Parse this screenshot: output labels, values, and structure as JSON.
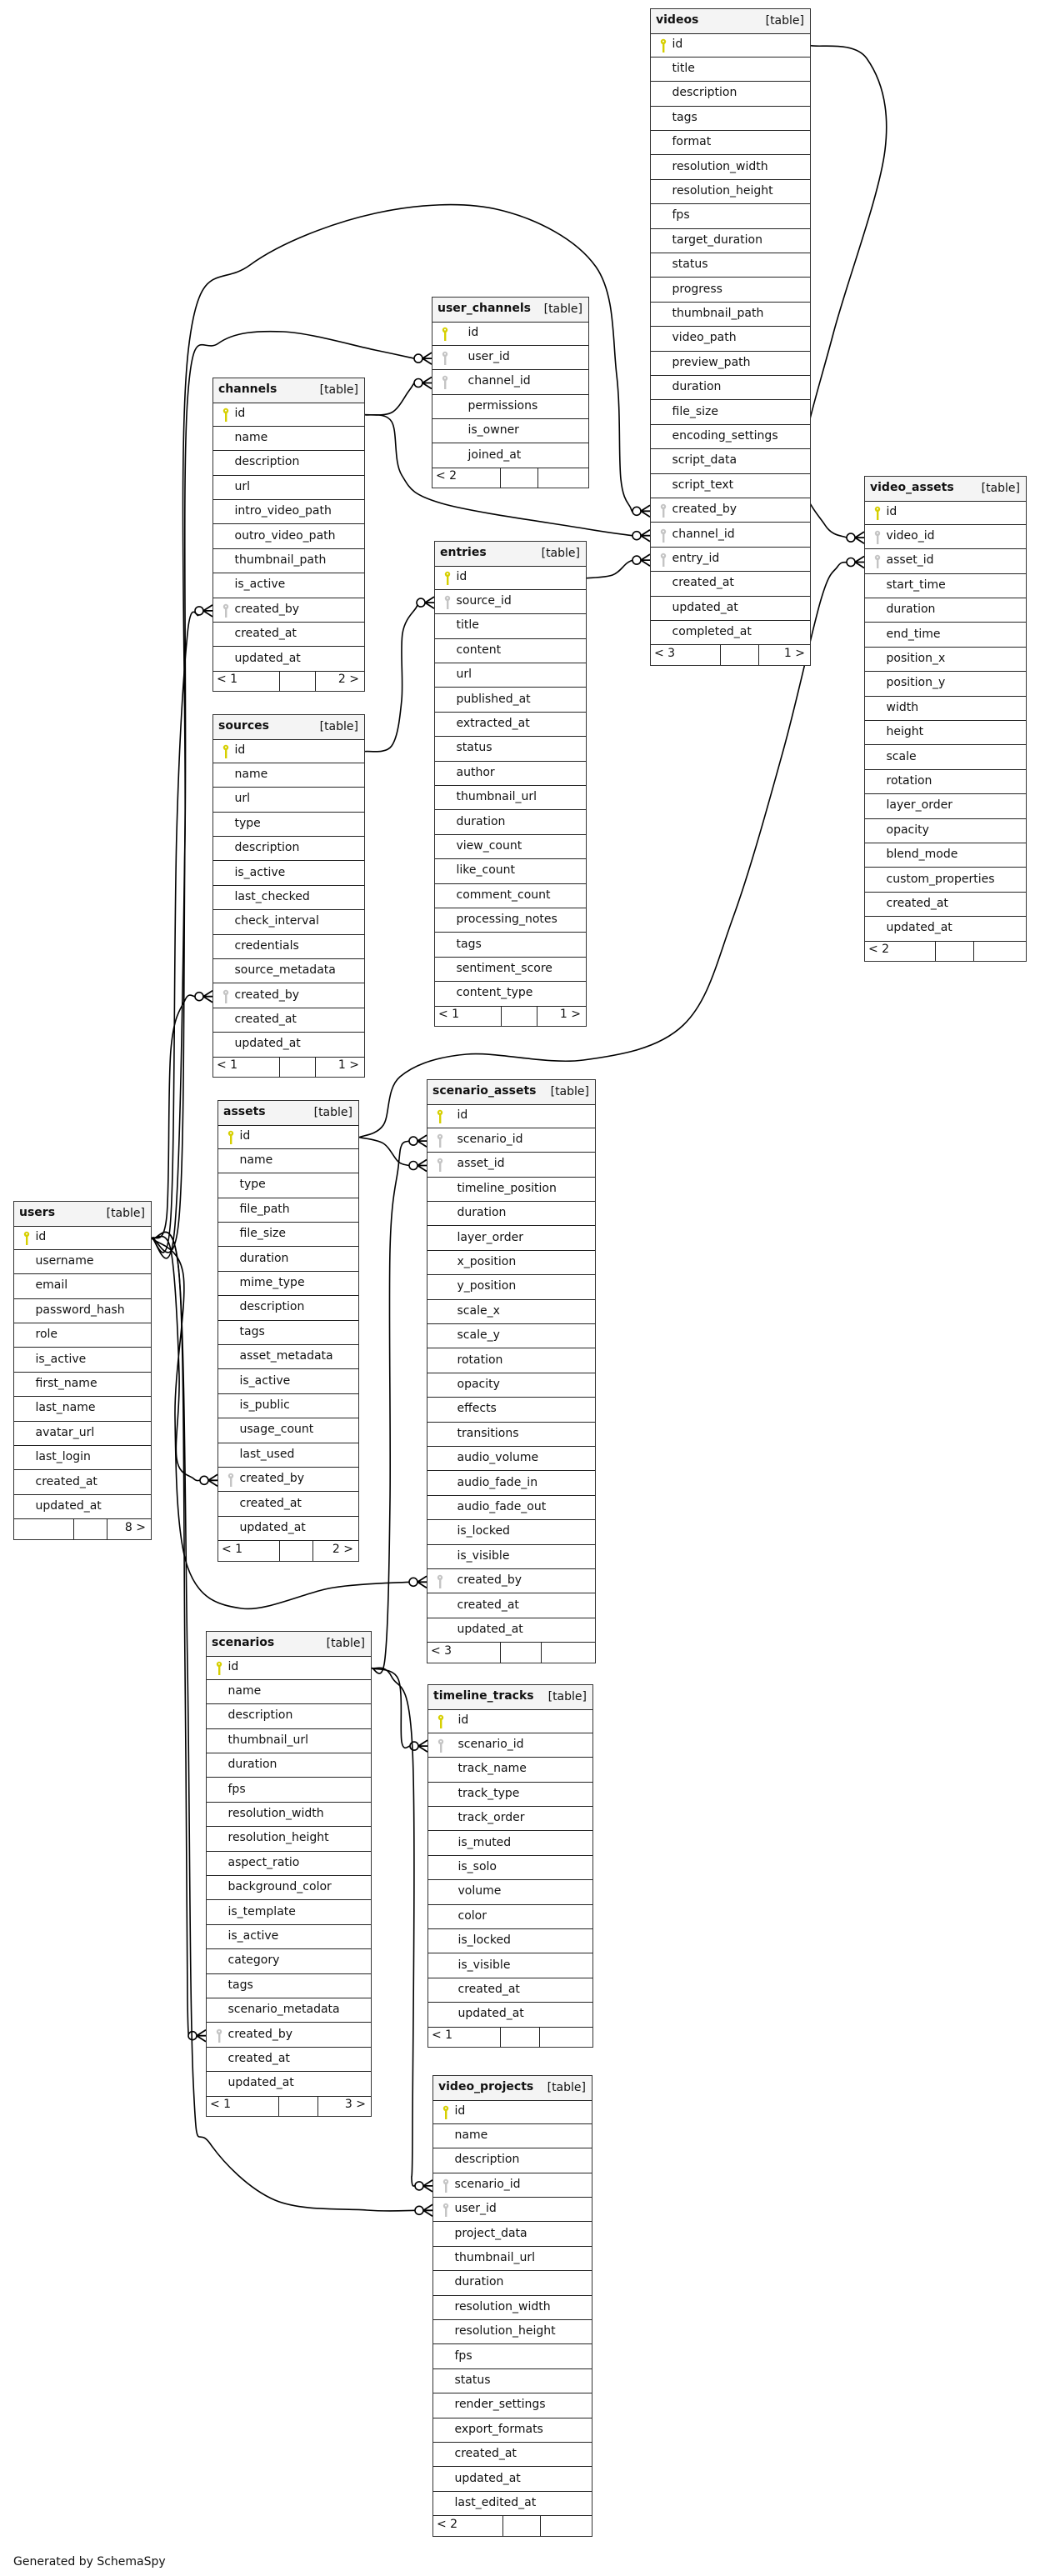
{
  "colors": {
    "pk_key": "#d6cf00",
    "fk_key": "#c4c4c4",
    "header_bg": "#f4f4f4",
    "border": "#333333"
  },
  "footer_credit": "Generated by SchemaSpy",
  "tables": [
    {
      "name": "videos",
      "label": "[table]",
      "columns": [
        {
          "name": "id",
          "key": "pk"
        },
        {
          "name": "title"
        },
        {
          "name": "description"
        },
        {
          "name": "tags"
        },
        {
          "name": "format"
        },
        {
          "name": "resolution_width"
        },
        {
          "name": "resolution_height"
        },
        {
          "name": "fps"
        },
        {
          "name": "target_duration"
        },
        {
          "name": "status"
        },
        {
          "name": "progress"
        },
        {
          "name": "thumbnail_path"
        },
        {
          "name": "video_path"
        },
        {
          "name": "preview_path"
        },
        {
          "name": "duration"
        },
        {
          "name": "file_size"
        },
        {
          "name": "encoding_settings"
        },
        {
          "name": "script_data"
        },
        {
          "name": "script_text"
        },
        {
          "name": "created_by",
          "key": "fk"
        },
        {
          "name": "channel_id",
          "key": "fk"
        },
        {
          "name": "entry_id",
          "key": "fk"
        },
        {
          "name": "created_at"
        },
        {
          "name": "updated_at"
        },
        {
          "name": "completed_at"
        }
      ],
      "footer": {
        "left": "< 3",
        "right": "1 >"
      }
    },
    {
      "name": "user_channels",
      "label": "[table]",
      "columns": [
        {
          "name": "id",
          "key": "pk"
        },
        {
          "name": "user_id",
          "key": "fk"
        },
        {
          "name": "channel_id",
          "key": "fk"
        },
        {
          "name": "permissions"
        },
        {
          "name": "is_owner"
        },
        {
          "name": "joined_at"
        }
      ],
      "footer": {
        "left": "< 2",
        "right": ""
      }
    },
    {
      "name": "channels",
      "label": "[table]",
      "columns": [
        {
          "name": "id",
          "key": "pk"
        },
        {
          "name": "name"
        },
        {
          "name": "description"
        },
        {
          "name": "url"
        },
        {
          "name": "intro_video_path"
        },
        {
          "name": "outro_video_path"
        },
        {
          "name": "thumbnail_path"
        },
        {
          "name": "is_active"
        },
        {
          "name": "created_by",
          "key": "fk"
        },
        {
          "name": "created_at"
        },
        {
          "name": "updated_at"
        }
      ],
      "footer": {
        "left": "< 1",
        "right": "2 >"
      }
    },
    {
      "name": "entries",
      "label": "[table]",
      "columns": [
        {
          "name": "id",
          "key": "pk"
        },
        {
          "name": "source_id",
          "key": "fk"
        },
        {
          "name": "title"
        },
        {
          "name": "content"
        },
        {
          "name": "url"
        },
        {
          "name": "published_at"
        },
        {
          "name": "extracted_at"
        },
        {
          "name": "status"
        },
        {
          "name": "author"
        },
        {
          "name": "thumbnail_url"
        },
        {
          "name": "duration"
        },
        {
          "name": "view_count"
        },
        {
          "name": "like_count"
        },
        {
          "name": "comment_count"
        },
        {
          "name": "processing_notes"
        },
        {
          "name": "tags"
        },
        {
          "name": "sentiment_score"
        },
        {
          "name": "content_type"
        }
      ],
      "footer": {
        "left": "< 1",
        "right": "1 >"
      }
    },
    {
      "name": "sources",
      "label": "[table]",
      "columns": [
        {
          "name": "id",
          "key": "pk"
        },
        {
          "name": "name"
        },
        {
          "name": "url"
        },
        {
          "name": "type"
        },
        {
          "name": "description"
        },
        {
          "name": "is_active"
        },
        {
          "name": "last_checked"
        },
        {
          "name": "check_interval"
        },
        {
          "name": "credentials"
        },
        {
          "name": "source_metadata"
        },
        {
          "name": "created_by",
          "key": "fk"
        },
        {
          "name": "created_at"
        },
        {
          "name": "updated_at"
        }
      ],
      "footer": {
        "left": "< 1",
        "right": "1 >"
      }
    },
    {
      "name": "video_assets",
      "label": "[table]",
      "columns": [
        {
          "name": "id",
          "key": "pk"
        },
        {
          "name": "video_id",
          "key": "fk"
        },
        {
          "name": "asset_id",
          "key": "fk"
        },
        {
          "name": "start_time"
        },
        {
          "name": "duration"
        },
        {
          "name": "end_time"
        },
        {
          "name": "position_x"
        },
        {
          "name": "position_y"
        },
        {
          "name": "width"
        },
        {
          "name": "height"
        },
        {
          "name": "scale"
        },
        {
          "name": "rotation"
        },
        {
          "name": "layer_order"
        },
        {
          "name": "opacity"
        },
        {
          "name": "blend_mode"
        },
        {
          "name": "custom_properties"
        },
        {
          "name": "created_at"
        },
        {
          "name": "updated_at"
        }
      ],
      "footer": {
        "left": "< 2",
        "right": ""
      }
    },
    {
      "name": "assets",
      "label": "[table]",
      "columns": [
        {
          "name": "id",
          "key": "pk"
        },
        {
          "name": "name"
        },
        {
          "name": "type"
        },
        {
          "name": "file_path"
        },
        {
          "name": "file_size"
        },
        {
          "name": "duration"
        },
        {
          "name": "mime_type"
        },
        {
          "name": "description"
        },
        {
          "name": "tags"
        },
        {
          "name": "asset_metadata"
        },
        {
          "name": "is_active"
        },
        {
          "name": "is_public"
        },
        {
          "name": "usage_count"
        },
        {
          "name": "last_used"
        },
        {
          "name": "created_by",
          "key": "fk"
        },
        {
          "name": "created_at"
        },
        {
          "name": "updated_at"
        }
      ],
      "footer": {
        "left": "< 1",
        "right": "2 >"
      }
    },
    {
      "name": "scenario_assets",
      "label": "[table]",
      "columns": [
        {
          "name": "id",
          "key": "pk"
        },
        {
          "name": "scenario_id",
          "key": "fk"
        },
        {
          "name": "asset_id",
          "key": "fk"
        },
        {
          "name": "timeline_position"
        },
        {
          "name": "duration"
        },
        {
          "name": "layer_order"
        },
        {
          "name": "x_position"
        },
        {
          "name": "y_position"
        },
        {
          "name": "scale_x"
        },
        {
          "name": "scale_y"
        },
        {
          "name": "rotation"
        },
        {
          "name": "opacity"
        },
        {
          "name": "effects"
        },
        {
          "name": "transitions"
        },
        {
          "name": "audio_volume"
        },
        {
          "name": "audio_fade_in"
        },
        {
          "name": "audio_fade_out"
        },
        {
          "name": "is_locked"
        },
        {
          "name": "is_visible"
        },
        {
          "name": "created_by",
          "key": "fk"
        },
        {
          "name": "created_at"
        },
        {
          "name": "updated_at"
        }
      ],
      "footer": {
        "left": "< 3",
        "right": ""
      }
    },
    {
      "name": "users",
      "label": "[table]",
      "columns": [
        {
          "name": "id",
          "key": "pk"
        },
        {
          "name": "username"
        },
        {
          "name": "email"
        },
        {
          "name": "password_hash"
        },
        {
          "name": "role"
        },
        {
          "name": "is_active"
        },
        {
          "name": "first_name"
        },
        {
          "name": "last_name"
        },
        {
          "name": "avatar_url"
        },
        {
          "name": "last_login"
        },
        {
          "name": "created_at"
        },
        {
          "name": "updated_at"
        }
      ],
      "footer": {
        "left": "",
        "right": "8 >"
      }
    },
    {
      "name": "scenarios",
      "label": "[table]",
      "columns": [
        {
          "name": "id",
          "key": "pk"
        },
        {
          "name": "name"
        },
        {
          "name": "description"
        },
        {
          "name": "thumbnail_url"
        },
        {
          "name": "duration"
        },
        {
          "name": "fps"
        },
        {
          "name": "resolution_width"
        },
        {
          "name": "resolution_height"
        },
        {
          "name": "aspect_ratio"
        },
        {
          "name": "background_color"
        },
        {
          "name": "is_template"
        },
        {
          "name": "is_active"
        },
        {
          "name": "category"
        },
        {
          "name": "tags"
        },
        {
          "name": "scenario_metadata"
        },
        {
          "name": "created_by",
          "key": "fk"
        },
        {
          "name": "created_at"
        },
        {
          "name": "updated_at"
        }
      ],
      "footer": {
        "left": "< 1",
        "right": "3 >"
      }
    },
    {
      "name": "timeline_tracks",
      "label": "[table]",
      "columns": [
        {
          "name": "id",
          "key": "pk"
        },
        {
          "name": "scenario_id",
          "key": "fk"
        },
        {
          "name": "track_name"
        },
        {
          "name": "track_type"
        },
        {
          "name": "track_order"
        },
        {
          "name": "is_muted"
        },
        {
          "name": "is_solo"
        },
        {
          "name": "volume"
        },
        {
          "name": "color"
        },
        {
          "name": "is_locked"
        },
        {
          "name": "is_visible"
        },
        {
          "name": "created_at"
        },
        {
          "name": "updated_at"
        }
      ],
      "footer": {
        "left": "< 1",
        "right": ""
      }
    },
    {
      "name": "video_projects",
      "label": "[table]",
      "columns": [
        {
          "name": "id",
          "key": "pk"
        },
        {
          "name": "name"
        },
        {
          "name": "description"
        },
        {
          "name": "scenario_id",
          "key": "fk"
        },
        {
          "name": "user_id",
          "key": "fk"
        },
        {
          "name": "project_data"
        },
        {
          "name": "thumbnail_url"
        },
        {
          "name": "duration"
        },
        {
          "name": "resolution_width"
        },
        {
          "name": "resolution_height"
        },
        {
          "name": "fps"
        },
        {
          "name": "status"
        },
        {
          "name": "render_settings"
        },
        {
          "name": "export_formats"
        },
        {
          "name": "created_at"
        },
        {
          "name": "updated_at"
        },
        {
          "name": "last_edited_at"
        }
      ],
      "footer": {
        "left": "< 2",
        "right": ""
      }
    }
  ]
}
